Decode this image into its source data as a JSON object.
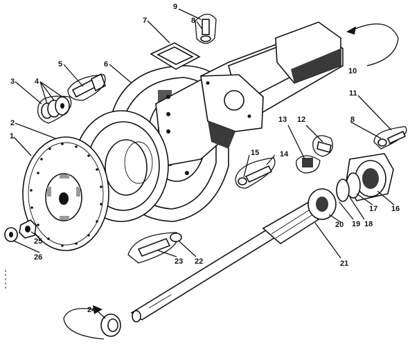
{
  "labels": [
    "1",
    "2",
    "3",
    "4",
    "5",
    "6",
    "7",
    "8",
    "9",
    "10",
    "11",
    "8",
    "12",
    "13",
    "14",
    "15",
    "16",
    "17",
    "18",
    "19",
    "20",
    "21",
    "22",
    "23",
    "24",
    "25",
    "26"
  ]
}
